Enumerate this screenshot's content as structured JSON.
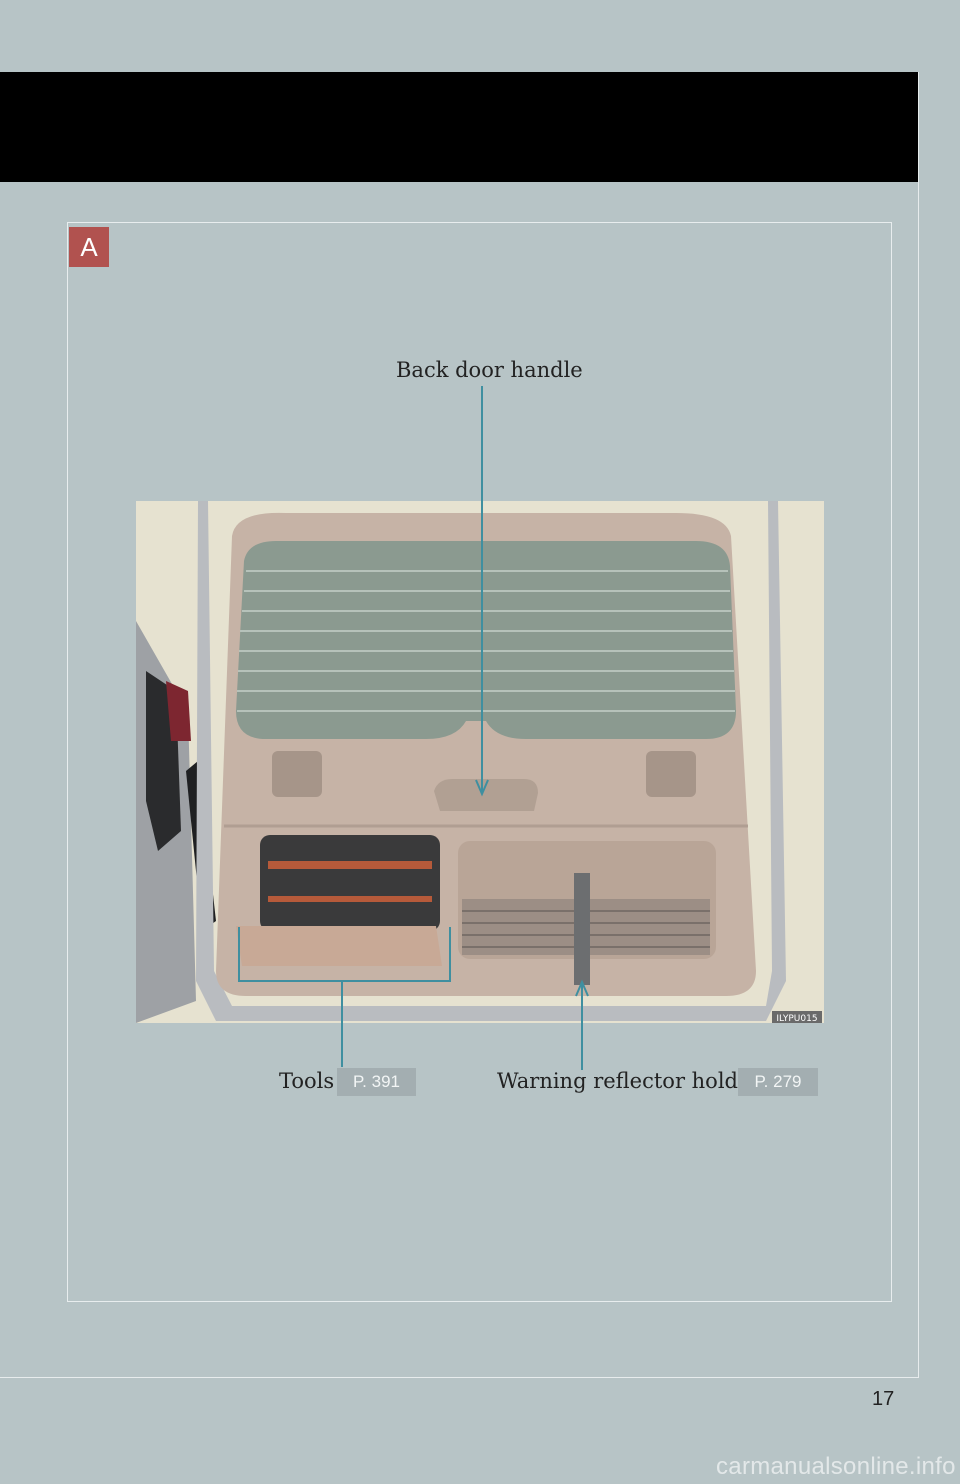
{
  "section_marker": "A",
  "labels": {
    "back_door_handle": "Back door handle",
    "tools": "Tools",
    "tools_ref": "P. 391",
    "warning_reflector_holder": "Warning reflector holder",
    "warning_reflector_ref": "P. 279"
  },
  "illustration_code": "ILYPU015",
  "page_number": "17",
  "watermark": "carmanualsonline.info",
  "colors": {
    "background": "#b7c4c6",
    "header_bar": "#000000",
    "section_badge": "#b1524f",
    "ref_badge": "#a3aeb1",
    "leader_line": "#3f8fa0"
  }
}
